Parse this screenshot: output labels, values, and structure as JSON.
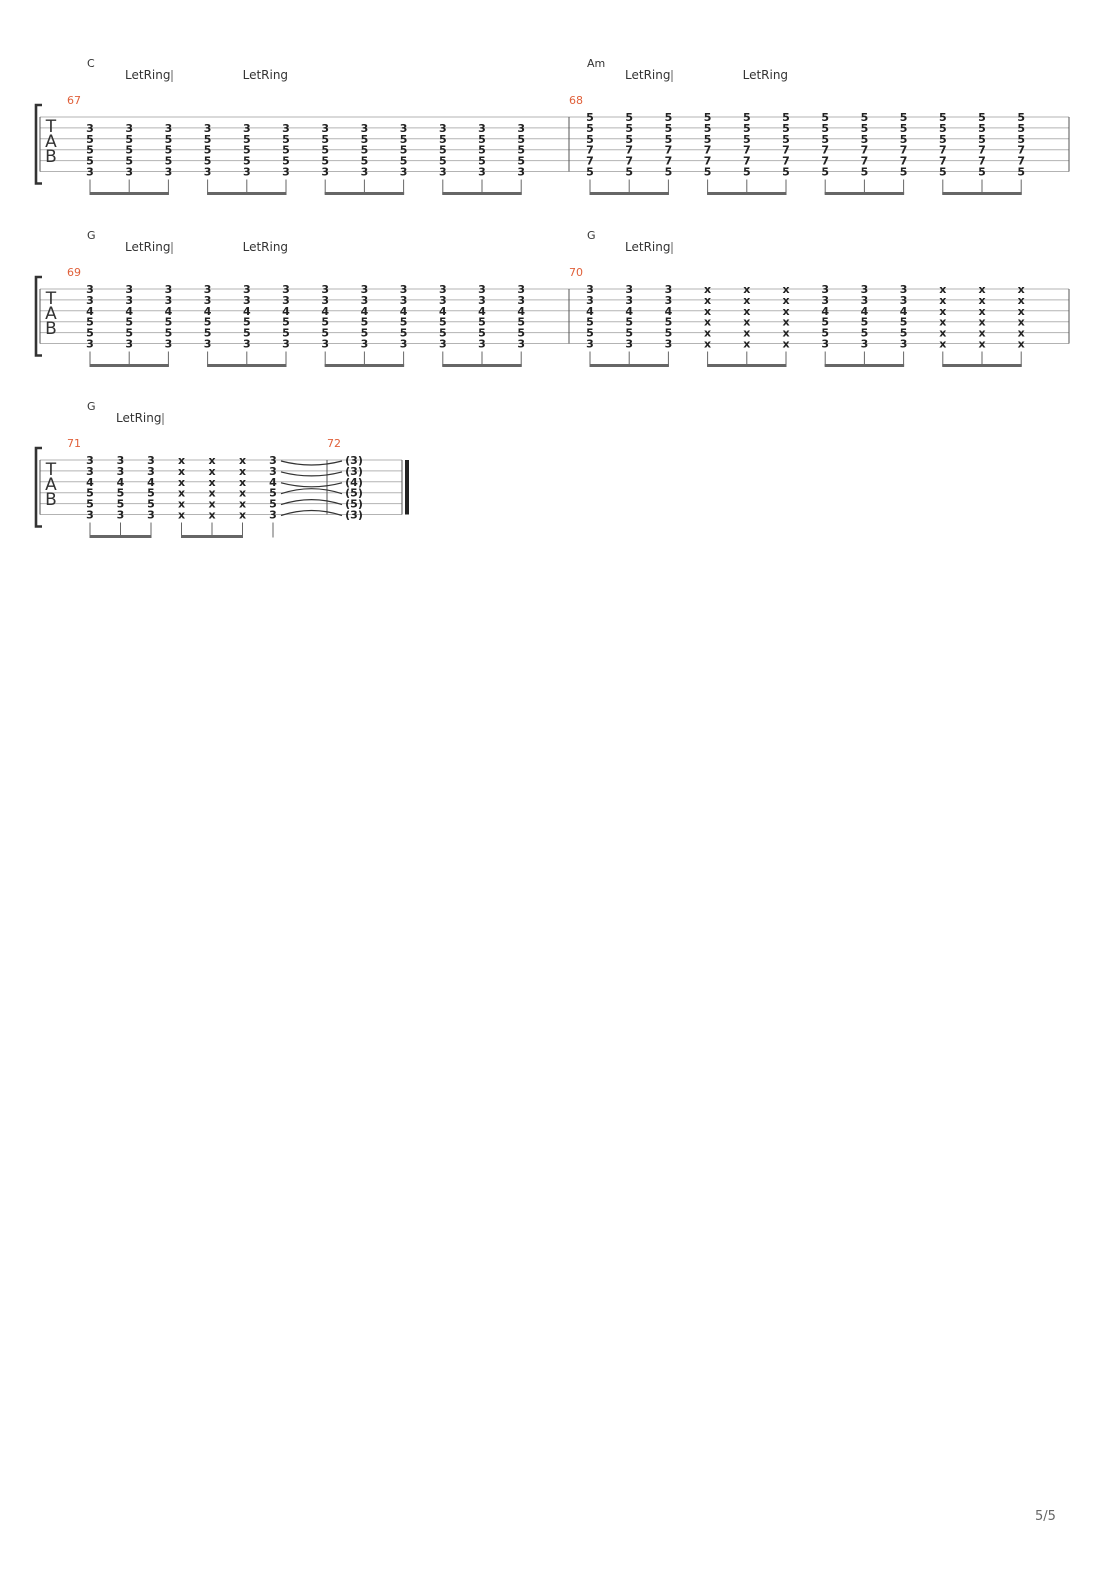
{
  "page": {
    "number_label": "5/5"
  },
  "tab_label": [
    "T",
    "A",
    "B"
  ],
  "let_ring_label": "LetRing",
  "tied_note_template": "({f})",
  "colors": {
    "measure_number": "#e0603a",
    "string_line": "#b3b3b3",
    "ink": "#222222"
  },
  "systems": [
    {
      "measures": [
        {
          "number": "67",
          "chord": "C",
          "let_ring_markers": 2,
          "strings_shown": 5,
          "chords": [
            [
              "3",
              "5",
              "5",
              "5",
              "3"
            ],
            [
              "3",
              "5",
              "5",
              "5",
              "3"
            ],
            [
              "3",
              "5",
              "5",
              "5",
              "3"
            ],
            [
              "3",
              "5",
              "5",
              "5",
              "3"
            ],
            [
              "3",
              "5",
              "5",
              "5",
              "3"
            ],
            [
              "3",
              "5",
              "5",
              "5",
              "3"
            ],
            [
              "3",
              "5",
              "5",
              "5",
              "3"
            ],
            [
              "3",
              "5",
              "5",
              "5",
              "3"
            ],
            [
              "3",
              "5",
              "5",
              "5",
              "3"
            ],
            [
              "3",
              "5",
              "5",
              "5",
              "3"
            ],
            [
              "3",
              "5",
              "5",
              "5",
              "3"
            ],
            [
              "3",
              "5",
              "5",
              "5",
              "3"
            ]
          ]
        },
        {
          "number": "68",
          "chord": "Am",
          "let_ring_markers": 2,
          "strings_shown": 6,
          "chords": [
            [
              "5",
              "5",
              "5",
              "7",
              "7",
              "5"
            ],
            [
              "5",
              "5",
              "5",
              "7",
              "7",
              "5"
            ],
            [
              "5",
              "5",
              "5",
              "7",
              "7",
              "5"
            ],
            [
              "5",
              "5",
              "5",
              "7",
              "7",
              "5"
            ],
            [
              "5",
              "5",
              "5",
              "7",
              "7",
              "5"
            ],
            [
              "5",
              "5",
              "5",
              "7",
              "7",
              "5"
            ],
            [
              "5",
              "5",
              "5",
              "7",
              "7",
              "5"
            ],
            [
              "5",
              "5",
              "5",
              "7",
              "7",
              "5"
            ],
            [
              "5",
              "5",
              "5",
              "7",
              "7",
              "5"
            ],
            [
              "5",
              "5",
              "5",
              "7",
              "7",
              "5"
            ],
            [
              "5",
              "5",
              "5",
              "7",
              "7",
              "5"
            ],
            [
              "5",
              "5",
              "5",
              "7",
              "7",
              "5"
            ]
          ]
        }
      ]
    },
    {
      "measures": [
        {
          "number": "69",
          "chord": "G",
          "let_ring_markers": 2,
          "strings_shown": 6,
          "chords": [
            [
              "3",
              "3",
              "4",
              "5",
              "5",
              "3"
            ],
            [
              "3",
              "3",
              "4",
              "5",
              "5",
              "3"
            ],
            [
              "3",
              "3",
              "4",
              "5",
              "5",
              "3"
            ],
            [
              "3",
              "3",
              "4",
              "5",
              "5",
              "3"
            ],
            [
              "3",
              "3",
              "4",
              "5",
              "5",
              "3"
            ],
            [
              "3",
              "3",
              "4",
              "5",
              "5",
              "3"
            ],
            [
              "3",
              "3",
              "4",
              "5",
              "5",
              "3"
            ],
            [
              "3",
              "3",
              "4",
              "5",
              "5",
              "3"
            ],
            [
              "3",
              "3",
              "4",
              "5",
              "5",
              "3"
            ],
            [
              "3",
              "3",
              "4",
              "5",
              "5",
              "3"
            ],
            [
              "3",
              "3",
              "4",
              "5",
              "5",
              "3"
            ],
            [
              "3",
              "3",
              "4",
              "5",
              "5",
              "3"
            ]
          ]
        },
        {
          "number": "70",
          "chord": "G",
          "let_ring_markers": 1,
          "strings_shown": 6,
          "chords": [
            [
              "3",
              "3",
              "4",
              "5",
              "5",
              "3"
            ],
            [
              "3",
              "3",
              "4",
              "5",
              "5",
              "3"
            ],
            [
              "3",
              "3",
              "4",
              "5",
              "5",
              "3"
            ],
            [
              "x",
              "x",
              "x",
              "x",
              "x",
              "x"
            ],
            [
              "x",
              "x",
              "x",
              "x",
              "x",
              "x"
            ],
            [
              "x",
              "x",
              "x",
              "x",
              "x",
              "x"
            ],
            [
              "3",
              "3",
              "4",
              "5",
              "5",
              "3"
            ],
            [
              "3",
              "3",
              "4",
              "5",
              "5",
              "3"
            ],
            [
              "3",
              "3",
              "4",
              "5",
              "5",
              "3"
            ],
            [
              "x",
              "x",
              "x",
              "x",
              "x",
              "x"
            ],
            [
              "x",
              "x",
              "x",
              "x",
              "x",
              "x"
            ],
            [
              "x",
              "x",
              "x",
              "x",
              "x",
              "x"
            ]
          ]
        }
      ]
    },
    {
      "measures": [
        {
          "number": "71",
          "chord": "G",
          "let_ring_markers": 1,
          "strings_shown": 6,
          "chords": [
            [
              "3",
              "3",
              "4",
              "5",
              "5",
              "3"
            ],
            [
              "3",
              "3",
              "4",
              "5",
              "5",
              "3"
            ],
            [
              "3",
              "3",
              "4",
              "5",
              "5",
              "3"
            ],
            [
              "x",
              "x",
              "x",
              "x",
              "x",
              "x"
            ],
            [
              "x",
              "x",
              "x",
              "x",
              "x",
              "x"
            ],
            [
              "x",
              "x",
              "x",
              "x",
              "x",
              "x"
            ],
            [
              "3",
              "3",
              "4",
              "5",
              "5",
              "3"
            ]
          ]
        },
        {
          "number": "72",
          "chord": "",
          "let_ring_markers": 0,
          "strings_shown": 6,
          "tied": true,
          "chords": [
            [
              "3",
              "3",
              "4",
              "5",
              "5",
              "3"
            ]
          ]
        }
      ]
    }
  ]
}
